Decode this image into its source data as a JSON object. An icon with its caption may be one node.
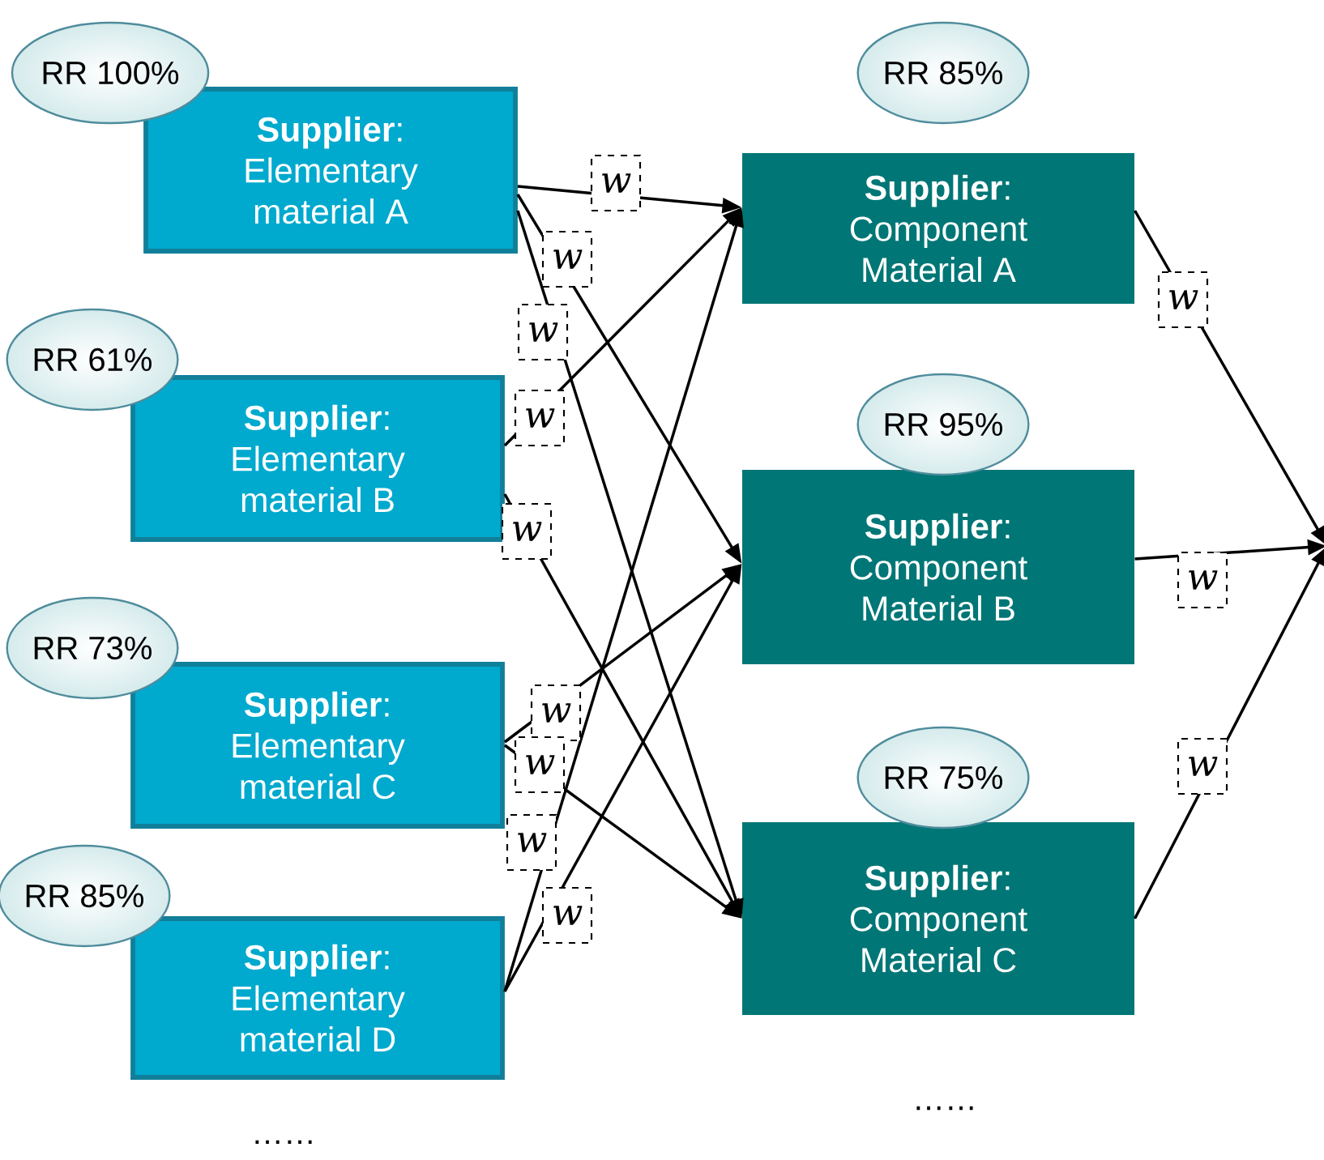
{
  "diagram": {
    "nodes": [
      {
        "text": [
          "RR 100%"
        ]
      },
      {
        "text": [
          "**Supplier**: Elementary material A"
        ]
      },
      {
        "text": [
          "RR 61%"
        ]
      },
      {
        "text": [
          "**Supplier**: Elementary material B"
        ]
      },
      {
        "text": [
          "RR 73%"
        ]
      },
      {
        "text": [
          "**Supplier**: Elementary material C"
        ]
      },
      {
        "text": [
          "RR 85%"
        ]
      },
      {
        "text": [
          "**Supplier**: Elementary material D"
        ]
      },
      {
        "text": [
          "RR 85%"
        ]
      },
      {
        "text": [
          "**Supplier**: Component Material A"
        ]
      },
      {
        "text": [
          "RR 95%"
        ]
      },
      {
        "text": [
          "**Supplier**: Component Material B"
        ]
      },
      {
        "text": [
          "RR 75%"
        ]
      },
      {
        "text": [
          "**Supplier**: Component Material C"
        ]
      }
    ],
    "edges": [
      {
        "from": 1,
        "to": 9,
        "arrow": "to",
        "label": "w"
      },
      {
        "from": 1,
        "to": 11,
        "arrow": "to",
        "label": "w"
      },
      {
        "from": 1,
        "to": 13,
        "arrow": "to",
        "label": "w"
      },
      {
        "from": 3,
        "to": 9,
        "arrow": "to",
        "label": "w"
      },
      {
        "from": 3,
        "to": 13,
        "arrow": "to",
        "label": "w"
      },
      {
        "from": 5,
        "to": 11,
        "arrow": "to",
        "label": "w"
      },
      {
        "from": 5,
        "to": 13,
        "arrow": "to",
        "label": "w"
      },
      {
        "from": 7,
        "to": 9,
        "arrow": "to",
        "label": "w"
      },
      {
        "from": 7,
        "to": 11,
        "arrow": "to",
        "label": "w"
      },
      {
        "from": 9,
        "to": null,
        "arrow": "to",
        "label": "w"
      },
      {
        "from": 11,
        "to": null,
        "arrow": "to",
        "label": "w"
      },
      {
        "from": 13,
        "to": null,
        "arrow": "to",
        "label": "w"
      }
    ],
    "labels": [
      "……",
      "……"
    ]
  }
}
